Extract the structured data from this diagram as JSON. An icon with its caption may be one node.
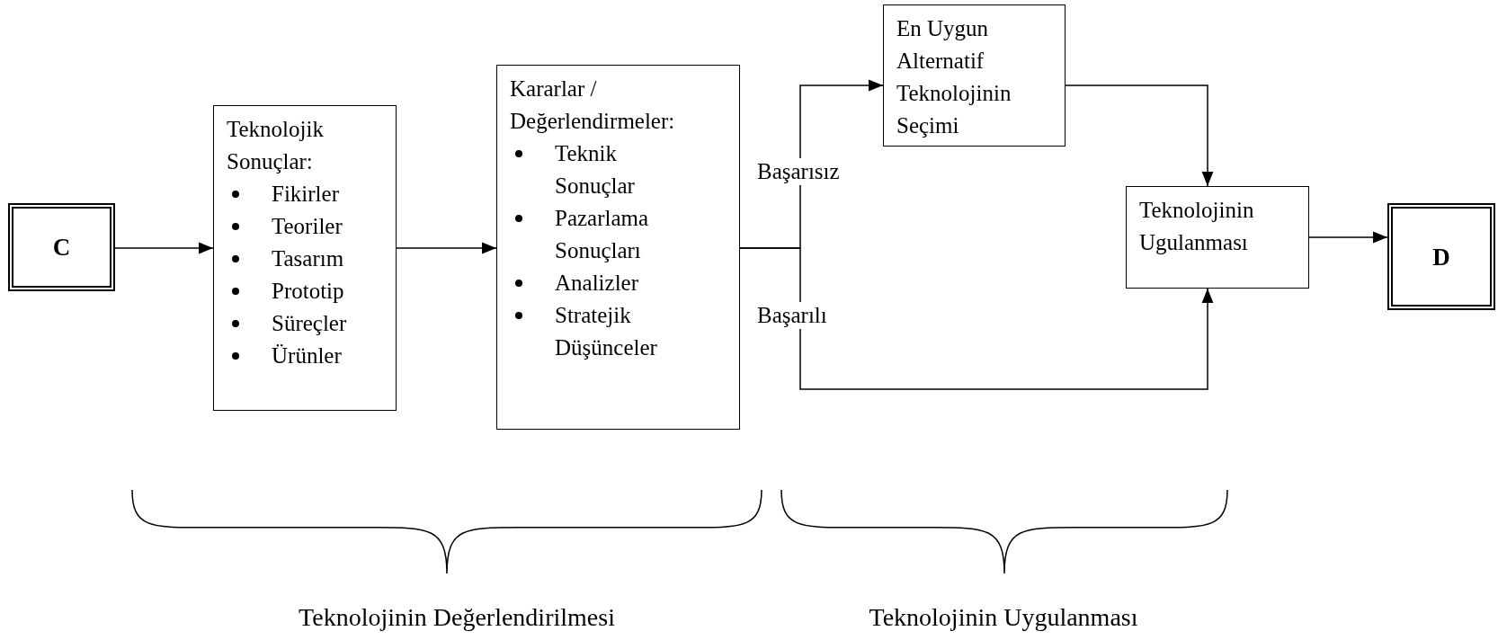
{
  "diagram": {
    "nodes": [
      {
        "text": [
          "C"
        ]
      },
      {
        "text": [
          "Teknolojik Sonuçlar:",
          "Fikirler",
          "Teoriler",
          "Tasarım",
          "Prototip",
          "Süreçler",
          "Ürünler"
        ]
      },
      {
        "text": [
          "Kararlar / Değerlendirmeler:",
          "Teknik Sonuçlar",
          "Pazarlama Sonuçları",
          "Analizler",
          "Stratejik Düşünceler"
        ]
      },
      {
        "text": [
          "En Uygun Alternatif Teknolojinin Seçimi"
        ]
      },
      {
        "text": [
          "Teknolojinin Ugulanması"
        ]
      },
      {
        "text": [
          "D"
        ]
      }
    ],
    "edges": [
      {
        "from": 0,
        "to": 1,
        "arrow": "to"
      },
      {
        "from": 1,
        "to": 2,
        "arrow": "to"
      },
      {
        "from": 2,
        "to": 3,
        "arrow": "to",
        "label": "Başarısız"
      },
      {
        "from": 2,
        "to": 4,
        "arrow": "to",
        "label": "Başarılı"
      },
      {
        "from": 3,
        "to": 4,
        "arrow": "to"
      },
      {
        "from": 4,
        "to": 5,
        "arrow": "to"
      }
    ],
    "labels": [
      "Teknolojinin Değerlendirilmesi",
      "Teknolojinin Uygulanması"
    ]
  }
}
